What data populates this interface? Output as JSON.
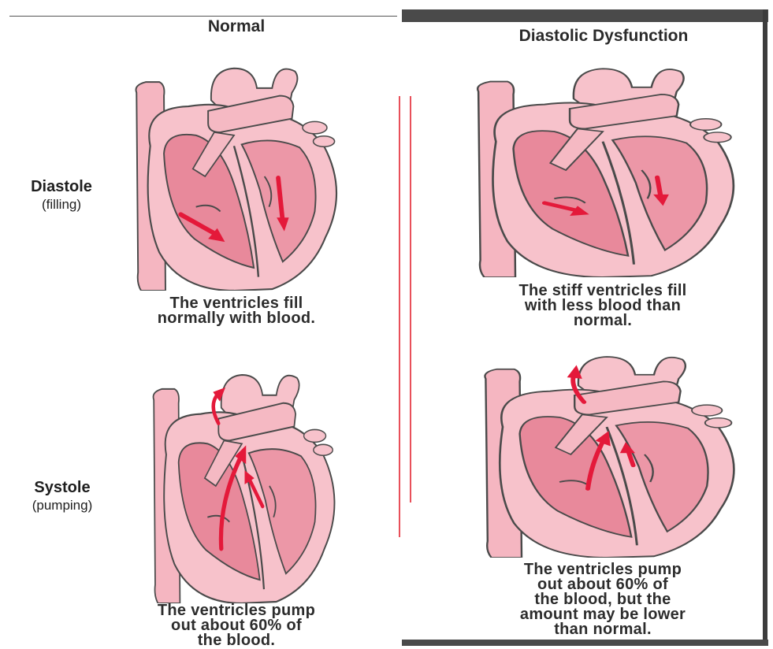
{
  "columns": {
    "normal": "Normal",
    "dysfunction": "Diastolic Dysfunction"
  },
  "rows": {
    "diastole": {
      "label": "Diastole",
      "sub": "(filling)"
    },
    "systole": {
      "label": "Systole",
      "sub": "(pumping)"
    }
  },
  "captions": {
    "normal_diastole": [
      "The ventricles fill",
      "normally with blood."
    ],
    "dysfunction_diastole": [
      "The stiff ventricles fill",
      "with less blood than",
      "normal."
    ],
    "normal_systole": [
      "The ventricles pump",
      "out about 60% of",
      "the blood."
    ],
    "dysfunction_systole": [
      "The ventricles pump",
      "out about 60% of",
      "the blood, but the",
      "amount may be lower",
      "than normal."
    ]
  },
  "colors": {
    "heart_light": "#f7c2cb",
    "heart_mid": "#f0a2b0",
    "heart_dark": "#e48598",
    "outline": "#4a4a4a",
    "arrow": "#e4193a",
    "divider": "#e8505a",
    "frame": "#3c3c3c"
  }
}
